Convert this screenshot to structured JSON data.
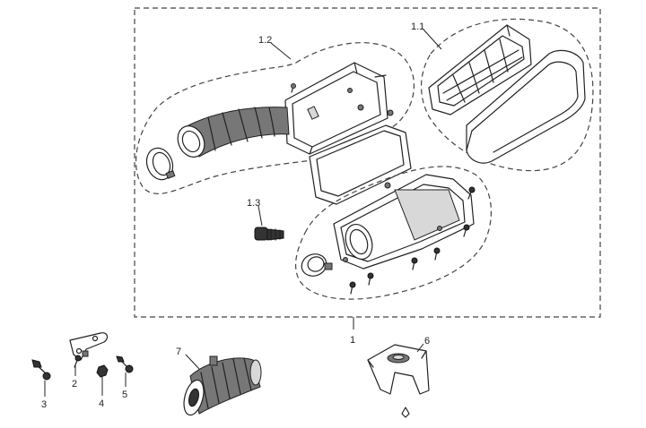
{
  "callouts": {
    "assembly": "1",
    "filter_element": "1.1",
    "intake_housing": "1.2",
    "drain_plug": "1.3",
    "bracket": "2",
    "bolt_left": "3",
    "nut": "4",
    "bolt_right": "5",
    "bellow_clamp_cover": "6",
    "intake_hose": "7"
  }
}
